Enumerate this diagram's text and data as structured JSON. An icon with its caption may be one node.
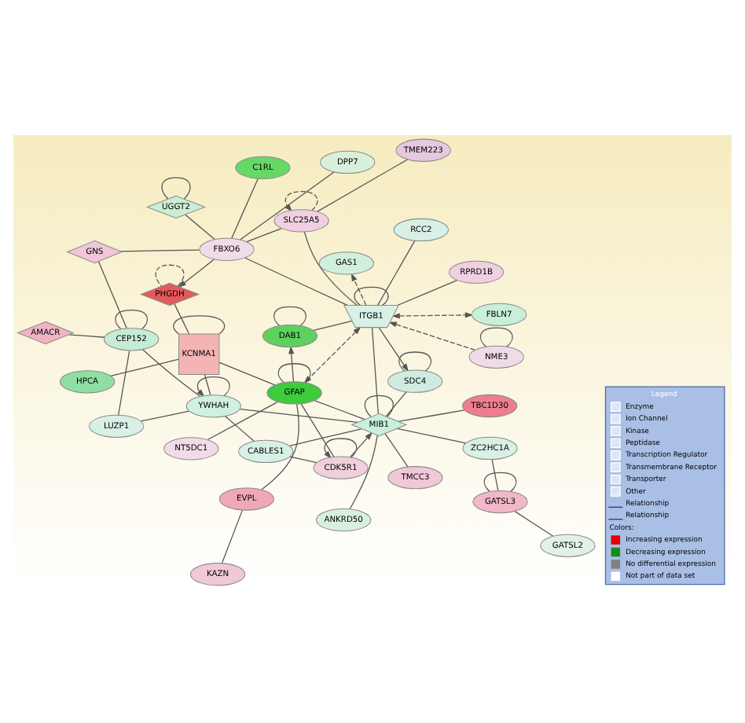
{
  "diagram": {
    "nodes": [
      {
        "text": [
          "C1RL"
        ]
      },
      {
        "text": [
          "UGGT2"
        ]
      },
      {
        "text": [
          "AMACR"
        ]
      },
      {
        "text": [
          "GNS"
        ]
      },
      {
        "text": [
          "CEP152"
        ]
      },
      {
        "text": [
          "DPP7"
        ]
      },
      {
        "text": [
          "FBXO6"
        ]
      },
      {
        "text": [
          "PHGDH"
        ]
      },
      {
        "text": [
          "HPCA"
        ]
      },
      {
        "text": [
          "LUZP1"
        ]
      },
      {
        "text": [
          "GATSL2"
        ]
      },
      {
        "text": [
          "TMEM223"
        ]
      },
      {
        "text": [
          "SLC25A5"
        ]
      },
      {
        "text": [
          "GAS1"
        ]
      },
      {
        "text": [
          "GATSL3"
        ]
      },
      {
        "text": [
          "KCNMA1"
        ]
      },
      {
        "text": [
          "YWHAH"
        ]
      },
      {
        "text": [
          "ZC2HC1A"
        ]
      },
      {
        "text": [
          "FBLN7"
        ]
      },
      {
        "text": [
          "ITGB1"
        ]
      },
      {
        "text": [
          "RPRD1B"
        ]
      },
      {
        "text": [
          "SDC4"
        ]
      },
      {
        "text": [
          "MIB1"
        ]
      },
      {
        "text": [
          "CABLES1"
        ]
      },
      {
        "text": [
          "TMCC3"
        ]
      },
      {
        "text": [
          "RCC2"
        ]
      },
      {
        "text": [
          "NME3"
        ]
      },
      {
        "text": [
          "DAB1"
        ]
      },
      {
        "text": [
          "GFAP"
        ]
      },
      {
        "text": [
          "CDK5R1"
        ]
      },
      {
        "text": [
          "ANKRD50"
        ]
      },
      {
        "text": [
          "NT5DC1"
        ]
      },
      {
        "text": [
          "TBC1D30"
        ]
      },
      {
        "text": [
          "EVPL"
        ]
      },
      {
        "text": [
          "KAZN"
        ]
      }
    ],
    "edges": [
      {
        "from": 0,
        "to": 6,
        "arrow": "none"
      },
      {
        "from": 1,
        "to": 6,
        "arrow": "none"
      },
      {
        "from": 3,
        "to": 6,
        "arrow": "none"
      },
      {
        "from": 5,
        "to": 6,
        "arrow": "none"
      },
      {
        "from": 6,
        "to": 7,
        "arrow": "to"
      },
      {
        "from": 6,
        "to": 12,
        "arrow": "none"
      },
      {
        "from": 6,
        "to": 19,
        "arrow": "none"
      },
      {
        "from": 11,
        "to": 12,
        "arrow": "none"
      },
      {
        "from": 12,
        "to": 19,
        "arrow": "none"
      },
      {
        "from": 19,
        "to": 13,
        "arrow": "to",
        "style": "dashed"
      },
      {
        "from": 7,
        "to": 15,
        "arrow": "none"
      },
      {
        "from": 8,
        "to": 15,
        "arrow": "none"
      },
      {
        "from": 15,
        "to": 16,
        "arrow": "none"
      },
      {
        "from": 15,
        "to": 28,
        "arrow": "none"
      },
      {
        "from": 2,
        "to": 4,
        "arrow": "none"
      },
      {
        "from": 3,
        "to": 4,
        "arrow": "none"
      },
      {
        "from": 4,
        "to": 9,
        "arrow": "none"
      },
      {
        "from": 4,
        "to": 16,
        "arrow": "none"
      },
      {
        "from": 9,
        "to": 16,
        "arrow": "none"
      },
      {
        "from": 16,
        "to": 22,
        "arrow": "none"
      },
      {
        "from": 16,
        "to": 23,
        "arrow": "none"
      },
      {
        "from": 10,
        "to": 14,
        "arrow": "none"
      },
      {
        "from": 17,
        "to": 14,
        "arrow": "none"
      },
      {
        "from": 17,
        "to": 22,
        "arrow": "none"
      },
      {
        "from": 22,
        "to": 23,
        "arrow": "none"
      },
      {
        "from": 22,
        "to": 24,
        "arrow": "none"
      },
      {
        "from": 22,
        "to": 30,
        "arrow": "none"
      },
      {
        "from": 22,
        "to": 32,
        "arrow": "none"
      },
      {
        "from": 29,
        "to": 22,
        "arrow": "to"
      },
      {
        "from": 23,
        "to": 29,
        "arrow": "none"
      },
      {
        "from": 21,
        "to": 22,
        "arrow": "none"
      },
      {
        "from": 19,
        "to": 22,
        "arrow": "none"
      },
      {
        "from": 19,
        "to": 21,
        "arrow": "to"
      },
      {
        "from": 28,
        "to": 22,
        "arrow": "none"
      },
      {
        "from": 28,
        "to": 29,
        "arrow": "none"
      },
      {
        "from": 28,
        "to": 27,
        "arrow": "to"
      },
      {
        "from": 19,
        "to": 27,
        "arrow": "none"
      },
      {
        "from": 19,
        "to": 28,
        "arrow": "both",
        "style": "dashed"
      },
      {
        "from": 19,
        "to": 18,
        "arrow": "both",
        "style": "dashed"
      },
      {
        "from": 20,
        "to": 19,
        "arrow": "none"
      },
      {
        "from": 25,
        "to": 19,
        "arrow": "none"
      },
      {
        "from": 26,
        "to": 19,
        "arrow": "to",
        "style": "dashed"
      },
      {
        "from": 28,
        "to": 31,
        "arrow": "none"
      },
      {
        "from": 28,
        "to": 33,
        "arrow": "none"
      },
      {
        "from": 33,
        "to": 34,
        "arrow": "none"
      },
      {
        "from": 1,
        "to": 1,
        "arrow": "none"
      },
      {
        "from": 4,
        "to": 4,
        "arrow": "none"
      },
      {
        "from": 7,
        "to": 7,
        "arrow": "none",
        "style": "dashed"
      },
      {
        "from": 12,
        "to": 12,
        "arrow": "to",
        "style": "dashed"
      },
      {
        "from": 14,
        "to": 14,
        "arrow": "none"
      },
      {
        "from": 15,
        "to": 15,
        "arrow": "none"
      },
      {
        "from": 16,
        "to": 16,
        "arrow": "to"
      },
      {
        "from": 19,
        "to": 19,
        "arrow": "none"
      },
      {
        "from": 21,
        "to": 21,
        "arrow": "none"
      },
      {
        "from": 22,
        "to": 22,
        "arrow": "none"
      },
      {
        "from": 26,
        "to": 26,
        "arrow": "none"
      },
      {
        "from": 27,
        "to": 27,
        "arrow": "none"
      },
      {
        "from": 28,
        "to": 28,
        "arrow": "none"
      },
      {
        "from": 29,
        "to": 29,
        "arrow": "to"
      }
    ],
    "labels": [
      "Legend",
      "Colors:"
    ],
    "legend": [
      {
        "text": "Enzyme"
      },
      {
        "text": "Ion Channel"
      },
      {
        "text": "Kinase"
      },
      {
        "text": "Peptidase"
      },
      {
        "text": "Transcription Regulator"
      },
      {
        "text": "Transmembrane Receptor"
      },
      {
        "text": "Transporter"
      },
      {
        "text": "Other"
      },
      {
        "text": "Relationship"
      },
      {
        "text": "Relationship"
      },
      {
        "text": "Increasing expression",
        "color": "#e00000"
      },
      {
        "text": "Decreasing expression",
        "color": "#1a8a1a"
      },
      {
        "text": "No differential expression",
        "color": "#808080"
      },
      {
        "text": "Not part of data set",
        "color": "#ffffff"
      }
    ]
  }
}
